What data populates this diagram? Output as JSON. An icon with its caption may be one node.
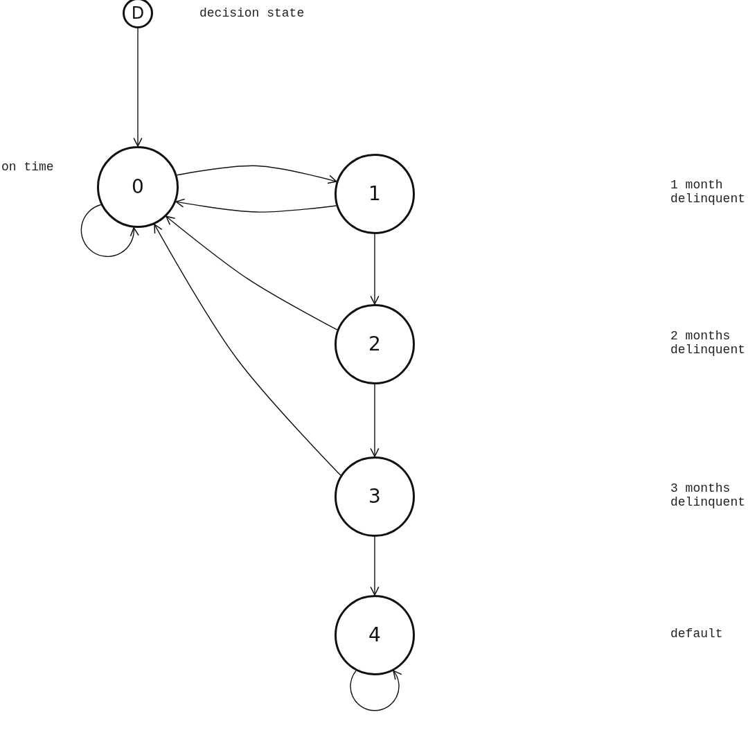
{
  "diagram": {
    "nodes": [
      {
        "text": [
          "D"
        ],
        "beside": [
          "decision state"
        ]
      },
      {
        "text": [
          "0"
        ],
        "beside": [
          "on time"
        ]
      },
      {
        "text": [
          "1"
        ]
      },
      {
        "text": [
          "2"
        ]
      },
      {
        "text": [
          "3"
        ]
      },
      {
        "text": [
          "4"
        ]
      }
    ],
    "labels": [
      "1 month delinquent",
      "2 months delinquent",
      "3 months delinquent",
      "default"
    ],
    "edges": [
      {
        "from": 0,
        "to": 1,
        "arrow": "to"
      },
      {
        "from": 1,
        "to": 2,
        "arrow": "to"
      },
      {
        "from": 1,
        "to": 1,
        "arrow": "to"
      },
      {
        "from": 2,
        "to": 1,
        "arrow": "to"
      },
      {
        "from": 2,
        "to": 3,
        "arrow": "to"
      },
      {
        "from": 3,
        "to": 1,
        "arrow": "to"
      },
      {
        "from": 3,
        "to": 4,
        "arrow": "to"
      },
      {
        "from": 4,
        "to": 1,
        "arrow": "to"
      },
      {
        "from": 4,
        "to": 5,
        "arrow": "to"
      },
      {
        "from": 5,
        "to": 5,
        "arrow": "to"
      }
    ]
  }
}
